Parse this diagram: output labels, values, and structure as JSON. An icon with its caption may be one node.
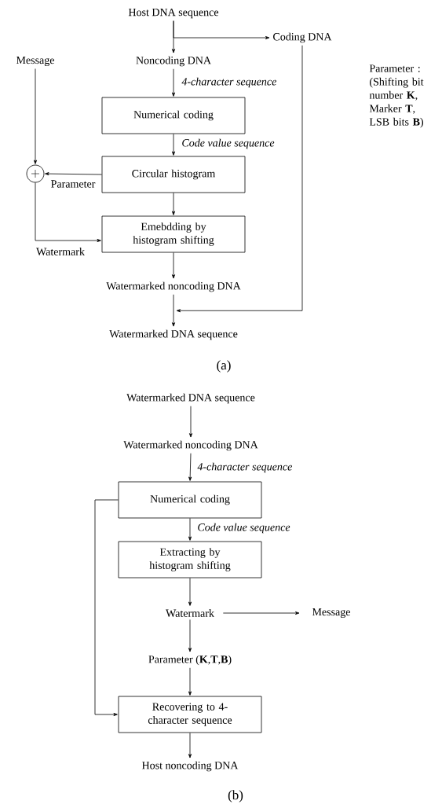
{
  "diagram": {
    "nodes": [
      {
        "text": [
          "Host DNA sequence"
        ]
      },
      {
        "text": [
          "Coding DNA"
        ]
      },
      {
        "text": [
          "Noncoding DNA"
        ]
      },
      {
        "text": [
          "Numerical coding"
        ]
      },
      {
        "text": [
          "Circular histogram"
        ]
      },
      {
        "text": [
          "Emebdding by histogram shifting"
        ]
      },
      {
        "text": [
          "Message"
        ]
      },
      {
        "text": [],
        "shape": "circle"
      },
      {
        "text": [
          "Watermarked noncoding DNA"
        ]
      },
      {
        "text": [
          "Watermarked DNA sequence"
        ]
      },
      {
        "text": [
          "Watermarked DNA sequence"
        ]
      },
      {
        "text": [
          "Watermarked noncoding DNA"
        ]
      },
      {
        "text": [
          "Numerical coding"
        ]
      },
      {
        "text": [
          "Extracting by histogram shifting"
        ]
      },
      {
        "text": [
          "Watermark"
        ]
      },
      {
        "text": [
          "Message"
        ]
      },
      {
        "text": [
          "Parameter (**K**,**T**,**B**)"
        ]
      },
      {
        "text": [
          "Recovering to 4-character sequence"
        ]
      },
      {
        "text": [
          "Host noncoding DNA"
        ]
      }
    ],
    "edges": [
      {
        "from": 0,
        "to": 2,
        "arrow": "to"
      },
      {
        "from": 0,
        "to": 1,
        "arrow": "to"
      },
      {
        "from": 2,
        "to": 3,
        "arrow": "to",
        "label": "4-character sequence"
      },
      {
        "from": 3,
        "to": 4,
        "arrow": "to",
        "label": "Code value sequence"
      },
      {
        "from": 4,
        "to": 5,
        "arrow": "to"
      },
      {
        "from": 6,
        "to": 7,
        "arrow": "to"
      },
      {
        "from": 4,
        "to": 7,
        "arrow": "to",
        "label": "Parameter"
      },
      {
        "from": 7,
        "to": 5,
        "arrow": "to",
        "label": "Watermark"
      },
      {
        "from": 5,
        "to": 8,
        "arrow": "to"
      },
      {
        "from": 8,
        "to": 9,
        "arrow": "to"
      },
      {
        "from": 1,
        "to": 9,
        "arrow": "to"
      },
      {
        "from": 10,
        "to": 11,
        "arrow": "to"
      },
      {
        "from": 11,
        "to": 12,
        "arrow": "to",
        "label": "4-character sequence"
      },
      {
        "from": 12,
        "to": 13,
        "arrow": "to",
        "label": "Code value sequence"
      },
      {
        "from": 13,
        "to": 14,
        "arrow": "to"
      },
      {
        "from": 14,
        "to": 15,
        "arrow": "to"
      },
      {
        "from": 14,
        "to": 16,
        "arrow": "to"
      },
      {
        "from": 16,
        "to": 17,
        "arrow": "to"
      },
      {
        "from": 12,
        "to": 17,
        "arrow": "to"
      },
      {
        "from": 17,
        "to": 18,
        "arrow": "to"
      }
    ],
    "labels": [
      "Parameter : (Shifting bit number **K**, Marker **T**, LSB bits **B**)",
      "(a)",
      "(b)"
    ]
  }
}
